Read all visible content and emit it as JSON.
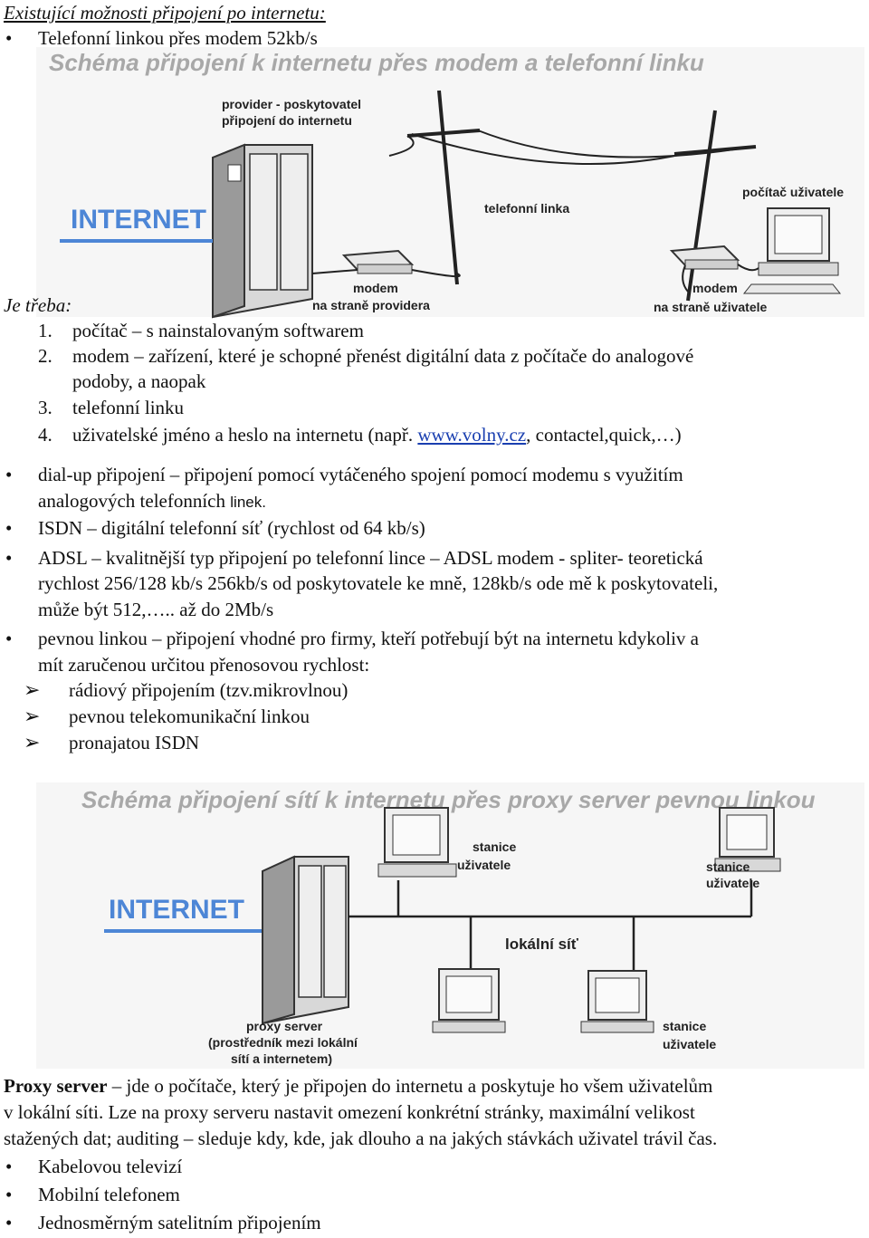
{
  "heading": "Existující možnosti připojení po internetu:",
  "bullet_modem": "Telefonní linkou přes modem 52kb/s",
  "diagram1": {
    "title": "Schéma připojení k internetu přes modem a telefonní linku",
    "internet": "INTERNET",
    "provider_line1": "provider - poskytovatel",
    "provider_line2": "připojení do internetu",
    "phone_line": "telefonní linka",
    "user_pc": "počítač uživatele",
    "modem_left_line1": "modem",
    "modem_left_line2": "na straně providera",
    "modem_right_line1": "modem",
    "modem_right_line2": "na straně uživatele"
  },
  "je_treba": "Je třeba:",
  "needs": [
    {
      "num": "1.",
      "lines": [
        "počítač – s nainstalovaným softwarem"
      ]
    },
    {
      "num": "2.",
      "lines": [
        "modem – zařízení, které je schopné přenést digitální data z počítače do analogové",
        "podoby, a naopak"
      ]
    },
    {
      "num": "3.",
      "lines": [
        "telefonní linku"
      ]
    },
    {
      "num": "4.",
      "pre": "uživatelské jméno a heslo na internetu (např. ",
      "link": "www.volny.cz",
      "post": ", contactel,quick,…)"
    }
  ],
  "dialup": {
    "line1": "dial-up připojení – připojení pomocí vytáčeného spojení pomocí modemu s využitím",
    "line2a": "analogových telefonních ",
    "line2b": "linek."
  },
  "isdn": "ISDN – digitální telefonní síť (rychlost od 64 kb/s)",
  "adsl": [
    "ADSL – kvalitnější typ připojení po telefonní lince – ADSL modem - spliter-  teoretická",
    "rychlost 256/128 kb/s  256kb/s od poskytovatele ke mně, 128kb/s ode mě k poskytovateli,",
    "může být 512,….. až do 2Mb/s"
  ],
  "fixed": [
    "pevnou linkou – připojení vhodné pro firmy, kteří potřebují být na internetu kdykoliv a",
    "mít zaručenou určitou přenosovou rychlost:"
  ],
  "fixed_options": [
    "rádiový připojením (tzv.mikrovlnou)",
    "pevnou telekomunikační linkou",
    "pronajatou ISDN"
  ],
  "diagram2": {
    "title": "Schéma připojení sítí k internetu přes proxy server pevnou linkou",
    "internet": "INTERNET",
    "lan": "lokální síť",
    "proxy_line1": "proxy server",
    "proxy_line2": "(prostředník mezi lokální",
    "proxy_line3": "sítí a internetem)",
    "station1_line1": "stanice",
    "station1_line2": "uživatele",
    "station2_line1": "stanice",
    "station2_line2": "uživatele",
    "station3_line1": "stanice",
    "station3_line2": "uživatele"
  },
  "proxy_par": {
    "term": "Proxy server",
    "line1_rest": " – jde o počítače, který je připojen do internetu a poskytuje ho všem uživatelům",
    "line2": "v lokální síti. Lze na proxy serveru nastavit omezení konkrétní stránky, maximální velikost",
    "line3": "stažených dat; auditing – sleduje kdy, kde, jak dlouho a na jakých stávkách uživatel trávil čas."
  },
  "other_bullets": [
    "Kabelovou televizí",
    "Mobilní telefonem",
    "Jednosměrným satelitním připojením"
  ],
  "colors": {
    "internet_blue": "#4d86d6",
    "link_blue": "#1a3fb0",
    "title_gray": "#a8a8a8"
  }
}
